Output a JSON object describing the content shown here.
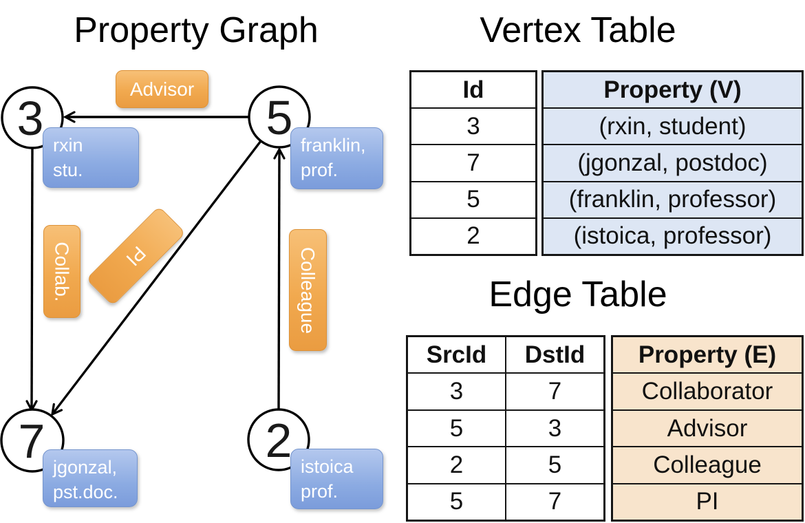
{
  "graph": {
    "title": "Property Graph",
    "nodes": [
      {
        "id": "3",
        "label_line1": "rxin",
        "label_line2": "stu."
      },
      {
        "id": "5",
        "label_line1": "franklin,",
        "label_line2": "prof."
      },
      {
        "id": "7",
        "label_line1": "jgonzal,",
        "label_line2": "pst.doc."
      },
      {
        "id": "2",
        "label_line1": "istoica",
        "label_line2": "prof."
      }
    ],
    "edge_labels": {
      "advisor": "Advisor",
      "collab": "Collab.",
      "pi": "PI",
      "colleague": "Colleague"
    }
  },
  "vertex_table": {
    "title": "Vertex Table",
    "columns": [
      "Id",
      "Property (V)"
    ],
    "rows": [
      [
        "3",
        "(rxin, student)"
      ],
      [
        "7",
        "(jgonzal, postdoc)"
      ],
      [
        "5",
        "(franklin, professor)"
      ],
      [
        "2",
        "(istoica, professor)"
      ]
    ]
  },
  "edge_table": {
    "title": "Edge Table",
    "columns": [
      "SrcId",
      "DstId",
      "Property (E)"
    ],
    "rows": [
      [
        "3",
        "7",
        "Collaborator"
      ],
      [
        "5",
        "3",
        "Advisor"
      ],
      [
        "2",
        "5",
        "Colleague"
      ],
      [
        "5",
        "7",
        "PI"
      ]
    ]
  },
  "colors": {
    "edge_label_orange": "#f1a94f",
    "vertex_label_blue": "#8cabe2",
    "vertex_table_fill": "#dde6f4",
    "edge_table_fill": "#f8e4cc",
    "graph_line": "#000000"
  }
}
